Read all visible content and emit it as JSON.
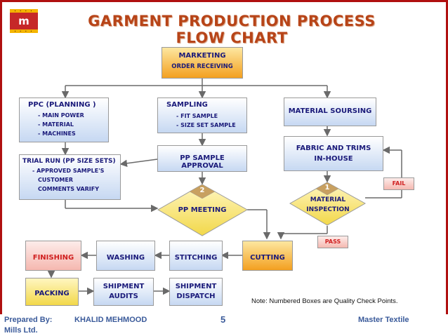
{
  "title": "GARMENT PRODUCTION PROCESS FLOW CHART",
  "boxes": {
    "marketing": {
      "title": "MARKETING",
      "sub": "ORDER RECEIVING"
    },
    "ppc": {
      "title": "PPC (PLANNING )",
      "items": [
        "-   MAIN POWER",
        "-   MATERIAL",
        "-   MACHINES"
      ]
    },
    "sampling": {
      "title": "SAMPLING",
      "items": [
        "-   FIT SAMPLE",
        "-   SIZE SET SAMPLE"
      ]
    },
    "material_soursing": {
      "title": "MATERIAL  SOURSING"
    },
    "trial_run": {
      "title": "TRIAL RUN (PP SIZE SETS)",
      "items": [
        "-  APPROVED SAMPLE'S",
        "CUSTOMER",
        "COMMENTS VARIFY"
      ]
    },
    "pp_sample_approval": {
      "title": "PP SAMPLE APPROVAL"
    },
    "fabric_trims": {
      "line1": "FABRIC AND TRIMS",
      "line2": "IN-HOUSE"
    },
    "pp_meeting": {
      "title": "PP MEETING",
      "number": "2"
    },
    "material_inspection": {
      "line1": "MATERIAL",
      "line2": "INSPECTION",
      "number": "1"
    },
    "fail": "FAIL",
    "pass": "PASS",
    "finishing": "FINISHING",
    "washing": "WASHING",
    "stitching": "STITCHING",
    "cutting": "CUTTING",
    "packing": "PACKING",
    "shipment_audits": {
      "line1": "SHIPMENT",
      "line2": "AUDITS"
    },
    "shipment_dispatch": {
      "line1": "SHIPMENT",
      "line2": "DISPATCH"
    }
  },
  "note": "Note: Numbered Boxes are Quality Check Points.",
  "footer": {
    "prepared": "Prepared By:",
    "author": "KHALID MEHMOOD",
    "page": "5",
    "company_left": "Master Textile",
    "company_right": "Mills Ltd."
  }
}
